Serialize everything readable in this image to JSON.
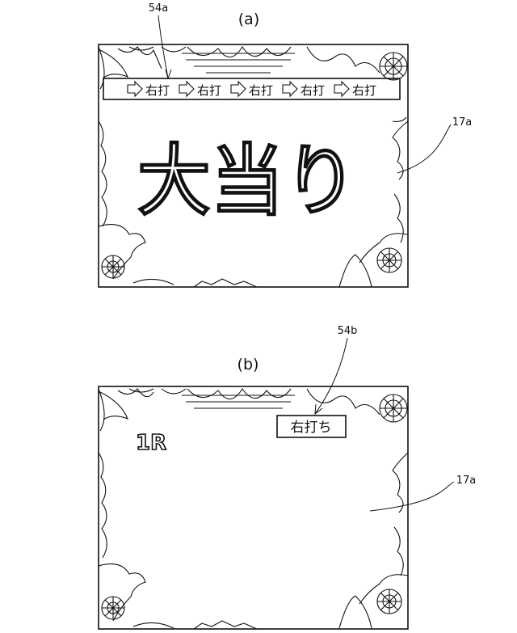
{
  "panel_a": {
    "label": "(a)",
    "banner_ref": "54a",
    "screen_ref": "17a",
    "banner_items": [
      "右打",
      "右打",
      "右打",
      "右打",
      "右打"
    ],
    "big_text": "大当り"
  },
  "panel_b": {
    "label": "(b)",
    "indicator_ref": "54b",
    "screen_ref": "17a",
    "round_text": "1R",
    "indicator_text": "右打ち"
  }
}
